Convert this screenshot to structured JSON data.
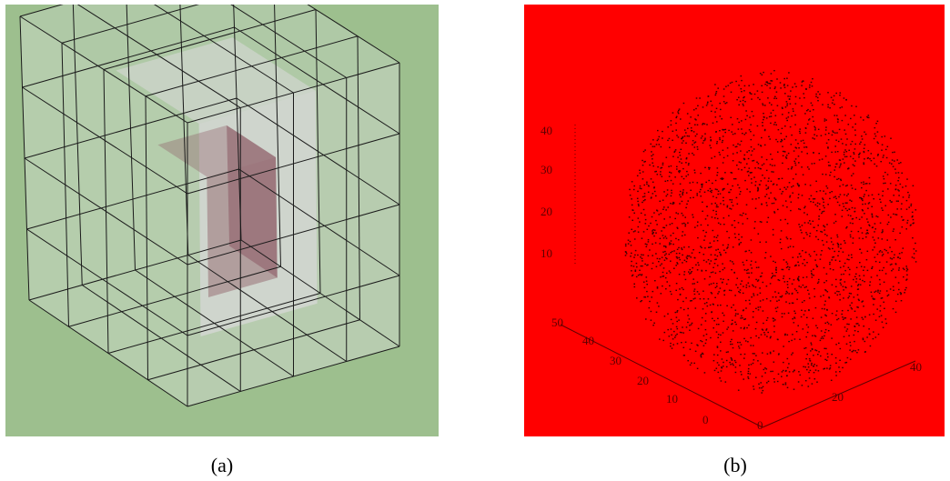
{
  "panels": [
    {
      "caption": "(a)",
      "background": "#9dbf8e",
      "grid": {
        "divisions": 4
      },
      "inner_block_color": "#8c5a64",
      "outer_fill_color": "#e4dde6"
    },
    {
      "caption": "(b)",
      "background": "#ff0000",
      "point_color": "#3a0000",
      "z_ticks": [
        "40",
        "30",
        "20",
        "10"
      ],
      "x_ticks": [
        "50",
        "40",
        "30",
        "20",
        "10",
        "0"
      ],
      "y_ticks": [
        "0",
        "20",
        "40"
      ],
      "y_tick_labels_shown": [
        "20",
        "40"
      ]
    }
  ]
}
